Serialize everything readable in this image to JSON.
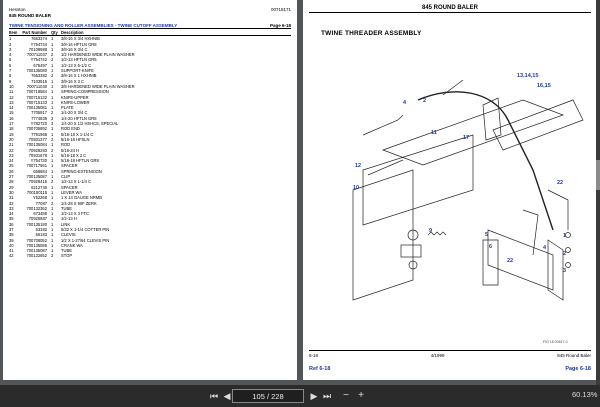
{
  "left_page": {
    "brand": "Hesston",
    "model": "845 ROUND BALER",
    "doc_number": "00718171",
    "section_title": "TWINE TENSIONING AND ROLLER ASSEMBLIES - TWINE CUTOFF ASSEMBLY",
    "page_ref": "Page 6-18",
    "columns": [
      "Item",
      "Part Number",
      "Qty",
      "Description"
    ],
    "rows": [
      [
        "1",
        "7663374",
        "1",
        "3/8-16 X 3/4 HXHNIB"
      ],
      [
        "2",
        "Y754734",
        "1",
        "3/8-16 HFTLN GR8"
      ],
      [
        "3",
        "70108988",
        "1",
        "3/8-16 X 3/4 C"
      ],
      [
        "4",
        "700711037",
        "2",
        "1/2 HARDENED WIDE PLAIN WASHER"
      ],
      [
        "5",
        "Y754742",
        "2",
        "1/2-13 HFTLN GR5"
      ],
      [
        "6",
        "675497",
        "1",
        "1/2-13 X 5-1/2 C"
      ],
      [
        "7",
        "700135080",
        "1",
        "SUPPORT-KNIFE"
      ],
      [
        "8",
        "7663382",
        "2",
        "3/8-16 X 1 HXHNIB"
      ],
      [
        "9",
        "7103515",
        "1",
        "3/8-16 X 3 C"
      ],
      [
        "10",
        "700711040",
        "1",
        "3/8 HARDENED WIDE PLAIN WASHER"
      ],
      [
        "11",
        "700718584",
        "1",
        "SPRING-COMPRESSION"
      ],
      [
        "12",
        "700715132",
        "1",
        "KNIFE-UPPER"
      ],
      [
        "13",
        "700715133",
        "1",
        "KNIFE-LOWER"
      ],
      [
        "14",
        "700135081",
        "1",
        "PLATE"
      ],
      [
        "15",
        "7705917",
        "2",
        "1/4-20 X 3/4 C"
      ],
      [
        "16",
        "7774839",
        "3",
        "1/4-20 HFTLN GR8"
      ],
      [
        "17",
        "Y782720",
        "3",
        "1/4-20 X 1/2 HSHCS, SPECIAL"
      ],
      [
        "18",
        "700705892",
        "1",
        "ROD END"
      ],
      [
        "19",
        "7791968",
        "1",
        "5/16-18 X 1-1/4 C"
      ],
      [
        "20",
        "70931377",
        "2",
        "5/16-18 HFSLN"
      ],
      [
        "21",
        "700135084",
        "1",
        "ROD"
      ],
      [
        "22",
        "70928293",
        "2",
        "5/16-24 H"
      ],
      [
        "23",
        "70931678",
        "1",
        "5/16-18 X 2 C"
      ],
      [
        "24",
        "Y754730",
        "1",
        "5/16-18 HFTLN GR8"
      ],
      [
        "25",
        "700717561",
        "1",
        "SPACER"
      ],
      [
        "26",
        "658884",
        "1",
        "SPRING-EXTENSION"
      ],
      [
        "27",
        "700135087",
        "1",
        "CLIP"
      ],
      [
        "28",
        "70928415",
        "2",
        "1/2-13 X 1-1/4 C"
      ],
      [
        "29",
        "6212740",
        "1",
        "SPACER"
      ],
      [
        "30",
        "700150118",
        "1",
        "LEVER WA"
      ],
      [
        "31",
        "Y52268",
        "1",
        "1 X 14 GAUGE NRMB"
      ],
      [
        "32",
        "77087",
        "2",
        "1/4-28 X 90F ZERK"
      ],
      [
        "33",
        "700132362",
        "1",
        "TUBE"
      ],
      [
        "34",
        "673488",
        "1",
        "1/2-13 X 3 FTC"
      ],
      [
        "35",
        "70926887",
        "1",
        "1/2-13 H"
      ],
      [
        "36",
        "700135180",
        "1",
        "LINK"
      ],
      [
        "37",
        "63182",
        "1",
        "5/32 X 1-1/4 COTTER PIN"
      ],
      [
        "38",
        "56183",
        "1",
        "CLEVIS"
      ],
      [
        "39",
        "700708052",
        "1",
        "1/2 X 1-27/64 CLEVIS PIN"
      ],
      [
        "40",
        "700135085",
        "1",
        "CRANK WA"
      ],
      [
        "41",
        "700135087",
        "1",
        "TUBE"
      ],
      [
        "42",
        "700132652",
        "2",
        "STOP"
      ]
    ]
  },
  "right_page": {
    "header": "845 ROUND BALER",
    "assembly_title": "TWINE THREADER ASSEMBLY",
    "callouts": [
      "13,14,15",
      "16,15",
      "22",
      "17",
      "4",
      "2",
      "11",
      "12",
      "10",
      "9",
      "5",
      "6",
      "4",
      "22",
      "1",
      "2",
      "3"
    ],
    "figure_id": "FIG 18 00617-0",
    "footer_left": "6-18",
    "footer_mid": "4/1999",
    "footer_right": "845 Round Baler",
    "ref_label": "Ref  6-18",
    "page_label": "Page  6-18"
  },
  "toolbar": {
    "page_current": "105",
    "page_total": "228",
    "page_display": "105 / 228",
    "zoom": "60.13%"
  }
}
